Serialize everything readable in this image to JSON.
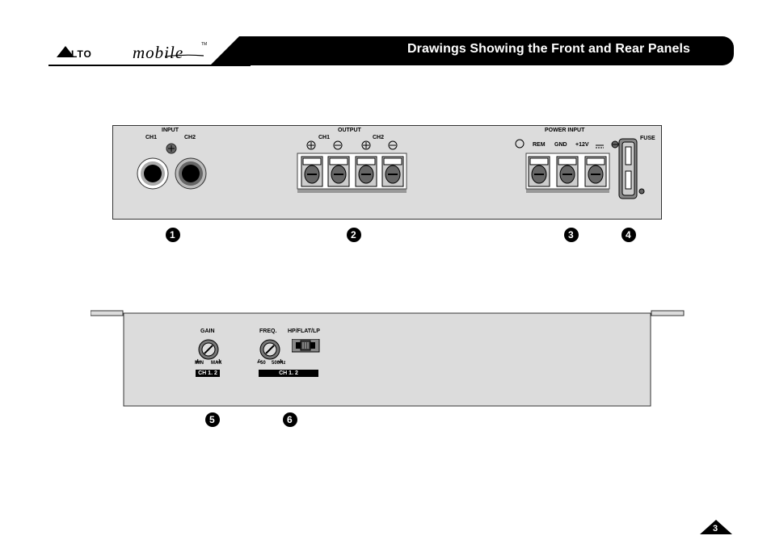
{
  "header": {
    "brand_alto": "LTO",
    "brand_mobile": "mobile",
    "brand_tm": "TM",
    "title": "Drawings Showing the Front and Rear Panels"
  },
  "front_panel": {
    "input_label": "INPUT",
    "input_ch1": "CH1",
    "input_ch2": "CH2",
    "output_label": "OUTPUT",
    "output_ch1": "CH1",
    "output_ch2": "CH2",
    "power_label": "POWER INPUT",
    "power_rem": "REM",
    "power_gnd": "GND",
    "power_12v": "+12V",
    "fuse_label": "FUSE"
  },
  "rear_panel": {
    "gain_label": "GAIN",
    "gain_min": "MIN",
    "gain_max": "MAX",
    "gain_ch": "CH 1. 2",
    "freq_label": "FREQ.",
    "freq_low": "50",
    "freq_high": "500Hz",
    "switch_label": "HP/FLAT/LP",
    "freq_ch": "CH 1. 2"
  },
  "callouts": [
    "1",
    "2",
    "3",
    "4",
    "5",
    "6"
  ],
  "page_number": "3"
}
